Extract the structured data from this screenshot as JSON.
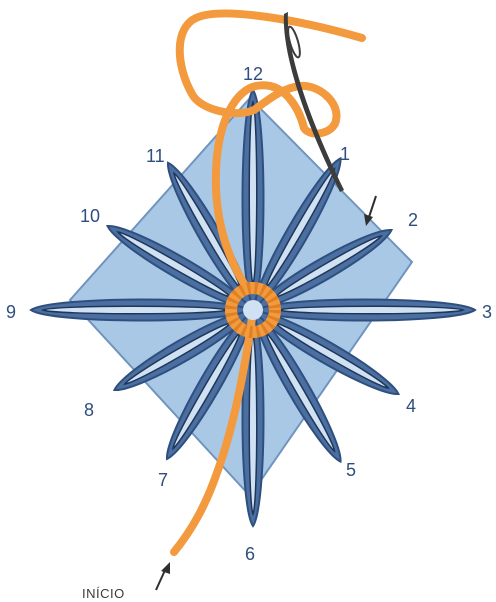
{
  "diagram": {
    "numbers": [
      "12",
      "1",
      "2",
      "3",
      "4",
      "5",
      "6",
      "7",
      "8",
      "9",
      "10",
      "11"
    ],
    "start_label": "INÍCIO",
    "colors": {
      "square_fill": "#a9c8e6",
      "square_stroke": "#6f95bf",
      "petal_fill": "#4a6fa0",
      "petal_stroke": "#2f4f7f",
      "petal_inner": "#1f3658",
      "thread": "#f29a3d",
      "thread_dark": "#d87a1f",
      "needle": "#3c3c3c",
      "number_text": "#2f4f7f"
    }
  }
}
